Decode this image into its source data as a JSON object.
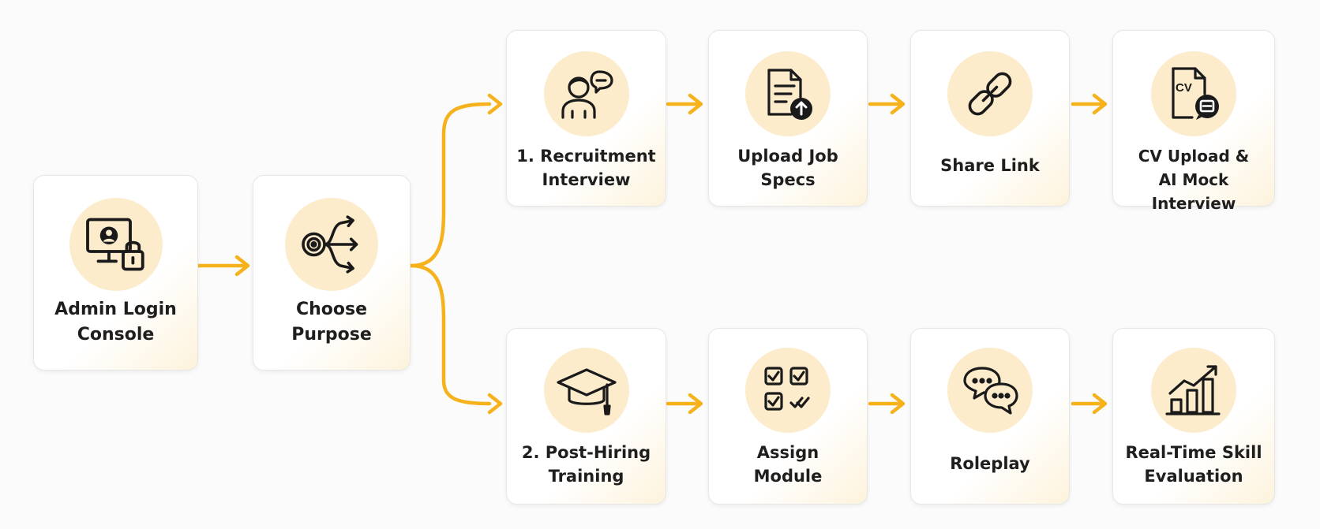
{
  "colors": {
    "accent": "#f5b21c",
    "disc": "#fdeccc",
    "ink": "#1a1a1a"
  },
  "nodes": {
    "admin": {
      "label": "Admin Login\nConsole",
      "icon": "monitor-user-lock-icon"
    },
    "purpose": {
      "label": "Choose\nPurpose",
      "icon": "target-branching-arrows-icon"
    },
    "recruit": {
      "label": "1. Recruitment\nInterview",
      "icon": "person-speech-bubble-icon"
    },
    "upload_specs": {
      "label": "Upload Job\nSpecs",
      "icon": "document-upload-icon"
    },
    "share_link": {
      "label": "Share Link",
      "icon": "chain-link-icon"
    },
    "cv_upload": {
      "label": "CV Upload &\nAI Mock Interview",
      "icon": "cv-document-chat-icon",
      "icon_text": "CV"
    },
    "training": {
      "label": "2. Post-Hiring\nTraining",
      "icon": "graduation-cap-icon"
    },
    "assign": {
      "label": "Assign\nModule",
      "icon": "checklist-icon"
    },
    "roleplay": {
      "label": "Roleplay",
      "icon": "chat-bubbles-icon"
    },
    "evaluation": {
      "label": "Real-Time Skill\nEvaluation",
      "icon": "bar-chart-growth-icon"
    }
  }
}
